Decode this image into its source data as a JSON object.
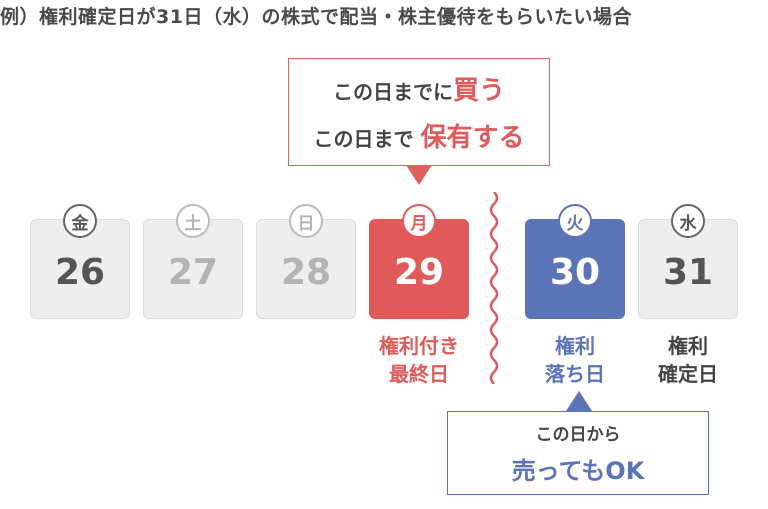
{
  "heading": "例）権利確定日が31日（水）の株式で配当・株主優待をもらいたい場合",
  "callout_buy": {
    "line1_prefix": "この日までに",
    "line1_emph": "買う",
    "line2_prefix": "この日まで",
    "line2_emph": "保有する"
  },
  "days": [
    {
      "weekday": "金",
      "date": "26"
    },
    {
      "weekday": "土",
      "date": "27"
    },
    {
      "weekday": "日",
      "date": "28"
    },
    {
      "weekday": "月",
      "date": "29"
    },
    {
      "weekday": "火",
      "date": "30"
    },
    {
      "weekday": "水",
      "date": "31"
    }
  ],
  "labels": {
    "cum_rights": [
      "権利付き",
      "最終日"
    ],
    "ex_rights": [
      "権利",
      "落ち日"
    ],
    "record": [
      "権利",
      "確定日"
    ]
  },
  "callout_sell": {
    "line1": "この日から",
    "line2": "売ってもOK"
  },
  "colors": {
    "red": "#e05a5a",
    "blue": "#5b73b7",
    "gray_box": "#eeeeee"
  }
}
